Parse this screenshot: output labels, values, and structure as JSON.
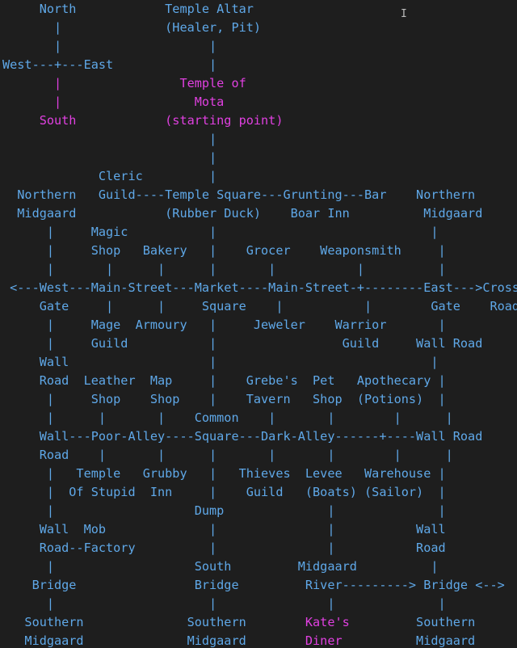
{
  "map": {
    "lines": [
      "     North            Temple Altar",
      "       |              (Healer, Pit)",
      "       |                    |",
      "West---+---East             |",
      "       |                Temple of",
      "       |                  Mota",
      "     South            (starting point)",
      "                            |",
      "                            |",
      "             Cleric         |",
      "  Northern   Guild----Temple Square---Grunting---Bar    Northern",
      "  Midgaard            (Rubber Duck)    Boar Inn          Midgaard",
      "      |     Magic           |                             |",
      "      |     Shop   Bakery   |    Grocer    Weaponsmith     |",
      "      |       |      |      |       |           |          |",
      " <---West---Main-Street---Market----Main-Street-+--------East--->Cross",
      "     Gate     |      |     Square    |           |        Gate    Roads",
      "      |     Mage  Armoury   |     Jeweler    Warrior       |",
      "      |     Guild           |                 Guild     Wall Road",
      "     Wall                   |                             |",
      "     Road  Leather  Map     |    Grebe's  Pet   Apothecary |",
      "      |     Shop    Shop    |    Tavern   Shop  (Potions)  |",
      "      |      |       |    Common    |       |        |      |",
      "     Wall---Poor-Alley----Square---Dark-Alley------+----Wall Road",
      "     Road    |       |      |       |       |        |      |",
      "      |   Temple   Grubby   |   Thieves  Levee   Warehouse |",
      "      |  Of Stupid  Inn     |    Guild   (Boats) (Sailor)  |",
      "      |                   Dump              |              |",
      "     Wall  Mob              |               |           Wall",
      "     Road--Factory          |               |           Road",
      "      |                   South         Midgaard          |",
      "    Bridge                Bridge         River---------> Bridge <-->",
      "      |                     |               |              |",
      "   Southern              Southern        Kate's         Southern",
      "   Midgaard              Midgaard        Diner          Midgaard"
    ],
    "highlighted_lines": [
      4,
      5,
      6
    ],
    "highlighted_words": [
      {
        "line": 33,
        "text": "Kate's"
      },
      {
        "line": 34,
        "text": "Diner"
      }
    ],
    "text_color": "#5fa8e8",
    "highlight_color": "#e040e0",
    "cursor_icon": "text-cursor-icon",
    "cursor_glyph": "I"
  }
}
